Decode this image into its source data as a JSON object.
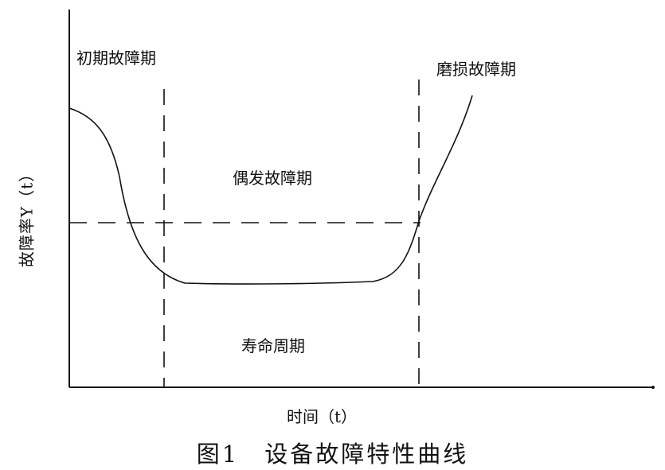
{
  "diagram": {
    "phase_labels": {
      "early": "初期故障期",
      "random": "偶发故障期",
      "wearout": "磨损故障期",
      "life": "寿命周期"
    },
    "axis_labels": {
      "y": "故障率Y（t）",
      "x": "时间（t）"
    },
    "caption": "图1　设备故障特性曲线"
  }
}
